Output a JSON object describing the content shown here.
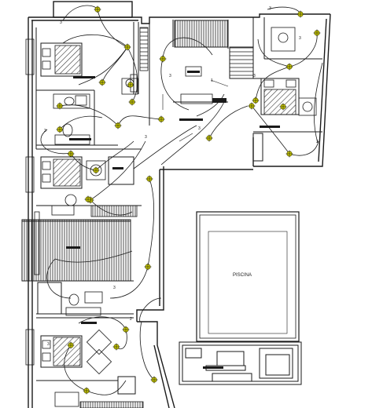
{
  "plan": {
    "pool_label": "PISCINA",
    "circuit_numbers": [
      "3",
      "3",
      "3",
      "3",
      "3",
      "3",
      "3",
      "2",
      "1",
      "3",
      "3",
      "3",
      "3"
    ],
    "small_marks": [
      "1 2",
      "3"
    ]
  },
  "colors": {
    "line": "#1a1a1a",
    "fixture": "#d6d600",
    "fixture_stroke": "#5a5a00",
    "hatch": "#3a3a3a"
  }
}
